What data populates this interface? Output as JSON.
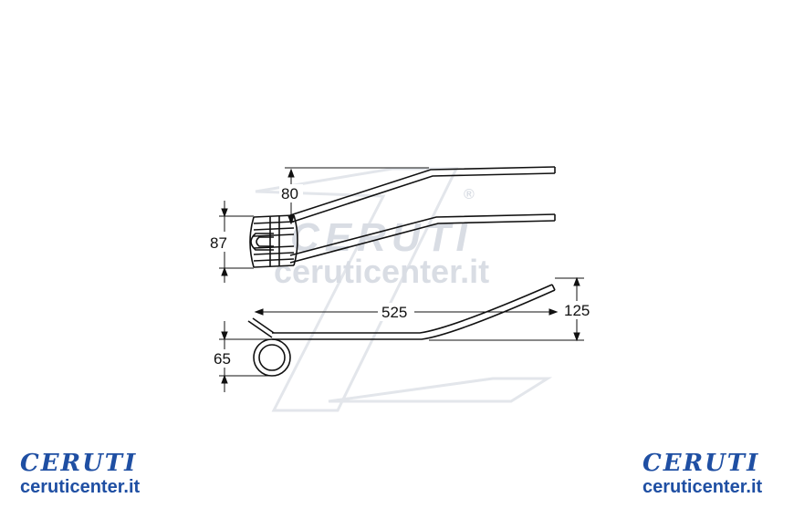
{
  "watermark": {
    "logo": "CERUTI",
    "url": "ceruticenter.it",
    "registered": "®"
  },
  "dimensions": {
    "upper_offset": "80",
    "coil_width": "87",
    "length": "525",
    "height": "125",
    "coil_diameter": "65"
  },
  "brand_left": {
    "logo": "CERUTI",
    "url": "ceruticenter.it"
  },
  "brand_right": {
    "logo": "CERUTI",
    "url": "ceruticenter.it"
  },
  "colors": {
    "brand": "#1f4fa3",
    "line": "#111111",
    "watermark": "#d9dde4"
  }
}
